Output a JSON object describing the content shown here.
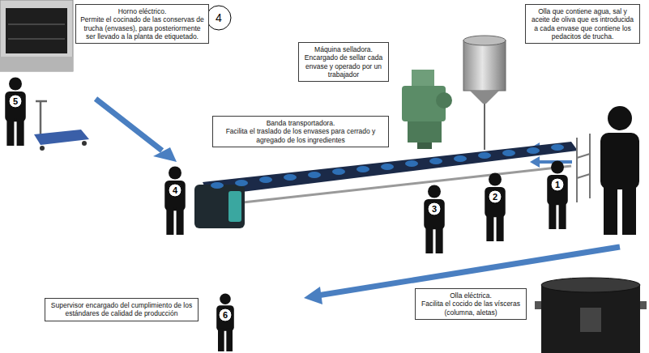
{
  "diagram": {
    "nodes": [
      {
        "text": [
          "Horno eléctrico.",
          "Permite el cocinado de las conservas de trucha (envases), para posteriormente ser llevado a la planta de etiquetado."
        ]
      },
      {
        "text": [
          "Máquina selladora.",
          "Encargado de sellar cada envase y operado por un trabajador"
        ]
      },
      {
        "text": [
          "Olla que contiene agua, sal y aceite de oliva que es introducida a cada envase que contiene los pedacitos de trucha."
        ]
      },
      {
        "text": [
          "Banda transportadora.",
          "Facilita el traslado de los envases para cerrado y agregado de los ingredientes"
        ]
      },
      {
        "text": [
          "Olla eléctrica.",
          "Facilita el cocido de las vísceras (columna, aletas)"
        ]
      },
      {
        "text": [
          "Supervisor encargado del cumplimiento de los estándares de calidad de producción"
        ]
      }
    ],
    "labels": [
      "4",
      "5",
      "4",
      "3",
      "2",
      "1",
      "6"
    ]
  }
}
